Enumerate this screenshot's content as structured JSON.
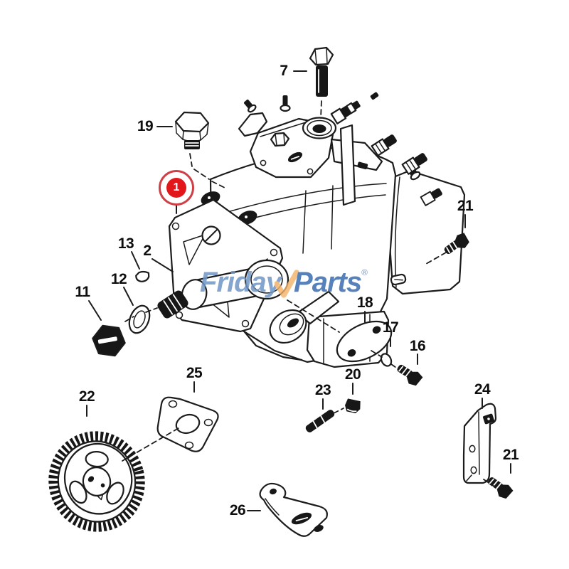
{
  "diagram": {
    "kind": "Exploded parts diagram",
    "subject": "Fuel injection pump assembly",
    "colors": {
      "line": "#1c1c1c",
      "highlight_red": "#e2171c",
      "highlight_ring": "#ce4046",
      "watermark_blue": "#3a6cae",
      "watermark_blue_light": "#6f97c6",
      "watermark_check_orange": "#f3b267"
    },
    "highlight_badge": {
      "number": "1"
    },
    "watermark": {
      "word1": "Friday",
      "word2": "Parts",
      "registered_mark": "®"
    },
    "callouts": [
      {
        "label": "7",
        "part": "hex bolt"
      },
      {
        "label": "19",
        "part": "hex plug"
      },
      {
        "label": "13",
        "part": "key"
      },
      {
        "label": "2",
        "part": "drive shaft"
      },
      {
        "label": "12",
        "part": "washer"
      },
      {
        "label": "11",
        "part": "hex nut"
      },
      {
        "label": "21",
        "part": "bolt upper right"
      },
      {
        "label": "18",
        "part": "cover plate"
      },
      {
        "label": "17",
        "part": "washer small"
      },
      {
        "label": "16",
        "part": "bolt"
      },
      {
        "label": "20",
        "part": "nut"
      },
      {
        "label": "23",
        "part": "stud"
      },
      {
        "label": "25",
        "part": "gasket"
      },
      {
        "label": "22",
        "part": "timing gear"
      },
      {
        "label": "24",
        "part": "bracket"
      },
      {
        "label": "21",
        "part": "bolt lower right"
      },
      {
        "label": "26",
        "part": "bracket bottom"
      }
    ]
  }
}
